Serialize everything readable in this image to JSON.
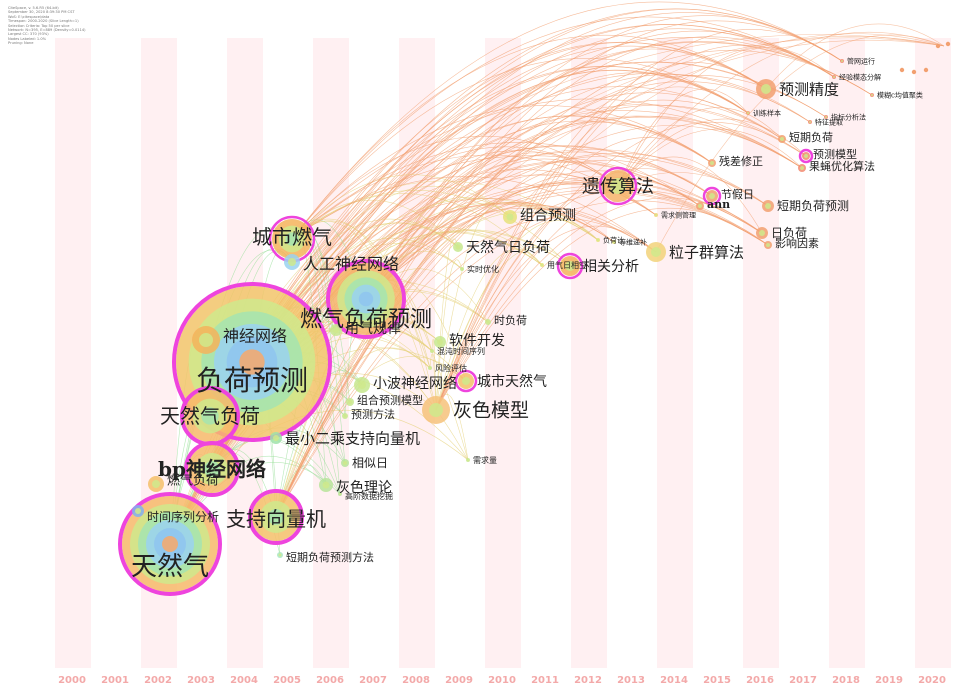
{
  "meta_lines": [
    "CiteSpace, v. 5.6.R5 (64-bit)",
    "September 30, 2020 8:39:30 PM CST",
    "WoS: E:\\citespace\\data",
    "Timespan: 2000-2020 (Slice Length=1)",
    "Selection Criteria: Top 50 per slice",
    "Network: N=395, E=889 (Density=0.0114)",
    "Largest CC: 370 (93%)",
    "Nodes Labeled: 1.0%",
    "Pruning: None"
  ],
  "years": [
    "2000",
    "2001",
    "2002",
    "2003",
    "2004",
    "2005",
    "2006",
    "2007",
    "2008",
    "2009",
    "2010",
    "2011",
    "2012",
    "2013",
    "2014",
    "2015",
    "2016",
    "2017",
    "2018",
    "2019",
    "2020"
  ],
  "colors": {
    "band": "#fff0f2",
    "year_label": "#f3a9a9",
    "burst_ring": "#ee44dd",
    "edge_early": "#9be09b",
    "edge_mid": "#e6d27a",
    "edge_late": "#f2a070"
  },
  "keywords": [
    {
      "id": "tianranqi",
      "label": "天然气",
      "year": 2002,
      "size": "xl",
      "ring": true,
      "color": "#f7b86a"
    },
    {
      "id": "fuhe_yuce",
      "label": "负荷预测",
      "year": 2003,
      "size": "xl",
      "ring": true,
      "color": "#f2c46a"
    },
    {
      "id": "ranqi_fuhe_yuce",
      "label": "燃气负荷预测",
      "year": 2006,
      "size": "l",
      "ring": true,
      "color": "#f6b36a"
    },
    {
      "id": "chengshi_ranqi",
      "label": "城市燃气",
      "year": 2005,
      "size": "m",
      "ring": true,
      "color": "#f4b35b"
    },
    {
      "id": "rengong",
      "label": "人工神经网络",
      "year": 2005,
      "size": "s",
      "ring": false,
      "color": "#9ad2f0"
    },
    {
      "id": "shenjing",
      "label": "神经网络",
      "year": 2003,
      "size": "s",
      "ring": false,
      "color": "#f4b35b"
    },
    {
      "id": "tianranqi_fuhe",
      "label": "天然气负荷",
      "year": 2003,
      "size": "m",
      "ring": true,
      "color": "#f7b86a"
    },
    {
      "id": "bp",
      "label": "bp神经网络",
      "year": 2003,
      "size": "m",
      "ring": true,
      "color": "#f7b86a"
    },
    {
      "id": "zhichi",
      "label": "支持向量机",
      "year": 2005,
      "size": "m",
      "ring": true,
      "color": "#f4c06a"
    },
    {
      "id": "ranqi_fuhe",
      "label": "燃气负荷",
      "year": 2002,
      "size": "s",
      "ring": false,
      "color": "#f4c06a"
    },
    {
      "id": "shijian_xulie",
      "label": "时间序列分析",
      "year": 2002,
      "size": "s",
      "ring": false,
      "color": "#7fb3ef"
    },
    {
      "id": "duanqi_fangfa",
      "label": "短期负荷预测方法",
      "year": 2005,
      "size": "xs",
      "ring": false,
      "color": "#a8e6c2"
    },
    {
      "id": "huise_lilun",
      "label": "灰色理论",
      "year": 2006,
      "size": "s",
      "ring": false,
      "color": "#b7e49a"
    },
    {
      "id": "gaocan",
      "label": "高阶数据挖掘",
      "year": 2006,
      "size": "xxs",
      "ring": false,
      "color": "#b7e49a"
    },
    {
      "id": "xiangsiri",
      "label": "相似日",
      "year": 2006,
      "size": "xs",
      "ring": false,
      "color": "#b7e49a"
    },
    {
      "id": "zuixiao",
      "label": "最小二乘支持向量机",
      "year": 2005,
      "size": "s",
      "ring": false,
      "color": "#9ee2a8"
    },
    {
      "id": "yuce_fangfa",
      "label": "预测方法",
      "year": 2007,
      "size": "xs",
      "ring": false,
      "color": "#c7e88e"
    },
    {
      "id": "zuhe_moxing",
      "label": "组合预测模型",
      "year": 2007,
      "size": "xs",
      "ring": false,
      "color": "#c7e88e"
    },
    {
      "id": "xiaobo",
      "label": "小波神经网络",
      "year": 2007,
      "size": "s",
      "ring": false,
      "color": "#c7e88e"
    },
    {
      "id": "huise_moxing",
      "label": "灰色模型",
      "year": 2008,
      "size": "m",
      "ring": false,
      "color": "#f6c27a"
    },
    {
      "id": "chengshi_tianranqi",
      "label": "城市天然气",
      "year": 2009,
      "size": "s",
      "ring": true,
      "color": "#f4c06a"
    },
    {
      "id": "yongqi_guilv",
      "label": "用气规律",
      "year": 2007,
      "size": "s",
      "ring": false,
      "color": "#c7e88e"
    },
    {
      "id": "ruanjian",
      "label": "软件开发",
      "year": 2009,
      "size": "s",
      "ring": false,
      "color": "#c7e88e"
    },
    {
      "id": "shifuhe",
      "label": "时负荷",
      "year": 2010,
      "size": "xs",
      "ring": false,
      "color": "#c7e88e"
    },
    {
      "id": "linghan",
      "label": "混沌时间序列",
      "year": 2009,
      "size": "xxs",
      "ring": false,
      "color": "#c7e88e"
    },
    {
      "id": "fengxian",
      "label": "风险评估",
      "year": 2009,
      "size": "xxs",
      "ring": false,
      "color": "#c7e88e"
    },
    {
      "id": "xuqiu",
      "label": "需求量",
      "year": 2009,
      "size": "xxs",
      "ring": false,
      "color": "#c7e88e"
    },
    {
      "id": "tianranqi_rifuhe",
      "label": "天然气日负荷",
      "year": 2009,
      "size": "s",
      "ring": false,
      "color": "#c7e88e"
    },
    {
      "id": "shishi",
      "label": "实时优化",
      "year": 2009,
      "size": "xxs",
      "ring": false,
      "color": "#c7e88e"
    },
    {
      "id": "zuhe_yuce",
      "label": "组合预测",
      "year": 2010,
      "size": "s",
      "ring": false,
      "color": "#e6e27a"
    },
    {
      "id": "yongqi_xiang",
      "label": "用气日相空",
      "year": 2011,
      "size": "xxs",
      "ring": false,
      "color": "#e6e27a"
    },
    {
      "id": "xiangguan",
      "label": "相关分析",
      "year": 2012,
      "size": "s",
      "ring": true,
      "color": "#f4b35b"
    },
    {
      "id": "yichuan",
      "label": "遗传算法",
      "year": 2013,
      "size": "m",
      "ring": true,
      "color": "#f6b36a"
    },
    {
      "id": "fuhe_tx",
      "label": "负荷计…",
      "year": 2012,
      "size": "xxs",
      "ring": false,
      "color": "#e6e27a"
    },
    {
      "id": "dengwei",
      "label": "等维递补",
      "year": 2013,
      "size": "xxs",
      "ring": false,
      "color": "#e6e27a"
    },
    {
      "id": "xuqiuce",
      "label": "需求侧管理",
      "year": 2013,
      "size": "xxs",
      "ring": false,
      "color": "#f2d27a"
    },
    {
      "id": "lizi",
      "label": "粒子群算法",
      "year": 2014,
      "size": "s",
      "ring": false,
      "color": "#f2d27a"
    },
    {
      "id": "ann",
      "label": "ann",
      "year": 2015,
      "size": "xs",
      "ring": false,
      "color": "#f2a070"
    },
    {
      "id": "jiari",
      "label": "节假日",
      "year": 2015,
      "size": "xs",
      "ring": true,
      "color": "#f2a070"
    },
    {
      "id": "cancha",
      "label": "残差修正",
      "year": 2015,
      "size": "xs",
      "ring": false,
      "color": "#f2a070"
    },
    {
      "id": "yuce_jingdu",
      "label": "预测精度",
      "year": 2016,
      "size": "s",
      "ring": false,
      "color": "#f2a070"
    },
    {
      "id": "xunlian",
      "label": "训练样本",
      "year": 2016,
      "size": "xxs",
      "ring": false,
      "color": "#f2a070"
    },
    {
      "id": "duanqi_fuhe",
      "label": "短期负荷",
      "year": 2017,
      "size": "xs",
      "ring": false,
      "color": "#f2a070"
    },
    {
      "id": "duanqi_fuhe_yuce",
      "label": "短期负荷预测",
      "year": 2016,
      "size": "s",
      "ring": false,
      "color": "#f2a070"
    },
    {
      "id": "rifuhe",
      "label": "日负荷",
      "year": 2016,
      "size": "s",
      "ring": false,
      "color": "#f2a070"
    },
    {
      "id": "yingxiang",
      "label": "影响因素",
      "year": 2016,
      "size": "xs",
      "ring": false,
      "color": "#f2a070"
    },
    {
      "id": "yuce_moxing",
      "label": "预测模型",
      "year": 2017,
      "size": "xs",
      "ring": true,
      "color": "#f28a70"
    },
    {
      "id": "guoying",
      "label": "果蝇优化算法",
      "year": 2017,
      "size": "xs",
      "ring": false,
      "color": "#f28a70"
    },
    {
      "id": "zhibiao",
      "label": "指标分析法",
      "year": 2018,
      "size": "xxs",
      "ring": false,
      "color": "#f28a70"
    },
    {
      "id": "tezheng",
      "label": "特征提取",
      "year": 2018,
      "size": "xxs",
      "ring": false,
      "color": "#f28a70"
    },
    {
      "id": "jingyan",
      "label": "经验模态分解",
      "year": 2018,
      "size": "xxs",
      "ring": false,
      "color": "#f28a70"
    },
    {
      "id": "guanwang",
      "label": "管网运行",
      "year": 2019,
      "size": "xxs",
      "ring": false,
      "color": "#f28a70"
    },
    {
      "id": "mohu",
      "label": "模糊c均值聚类",
      "year": 2019,
      "size": "xxs",
      "ring": false,
      "color": "#f28a70"
    }
  ]
}
